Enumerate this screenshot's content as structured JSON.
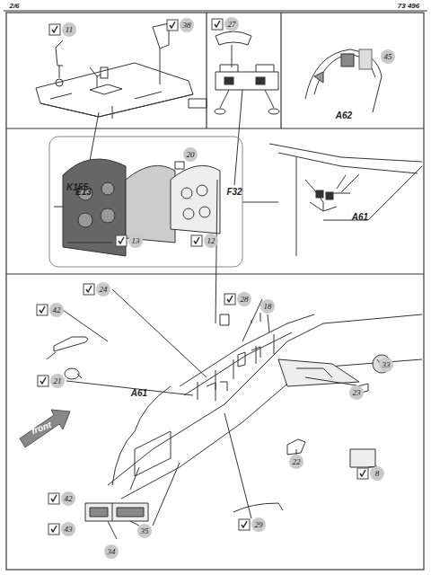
{
  "diagram": {
    "labels": [
      "2/6",
      "73 496",
      "11",
      "38",
      "E13",
      "27",
      "F32",
      "45",
      "A62",
      "K155",
      "20",
      "13",
      "12",
      "A61",
      "24",
      "42",
      "21",
      "A61",
      "front",
      "28",
      "18",
      "33",
      "23",
      "22",
      "8",
      "29",
      "42",
      "43",
      "35",
      "34"
    ]
  }
}
